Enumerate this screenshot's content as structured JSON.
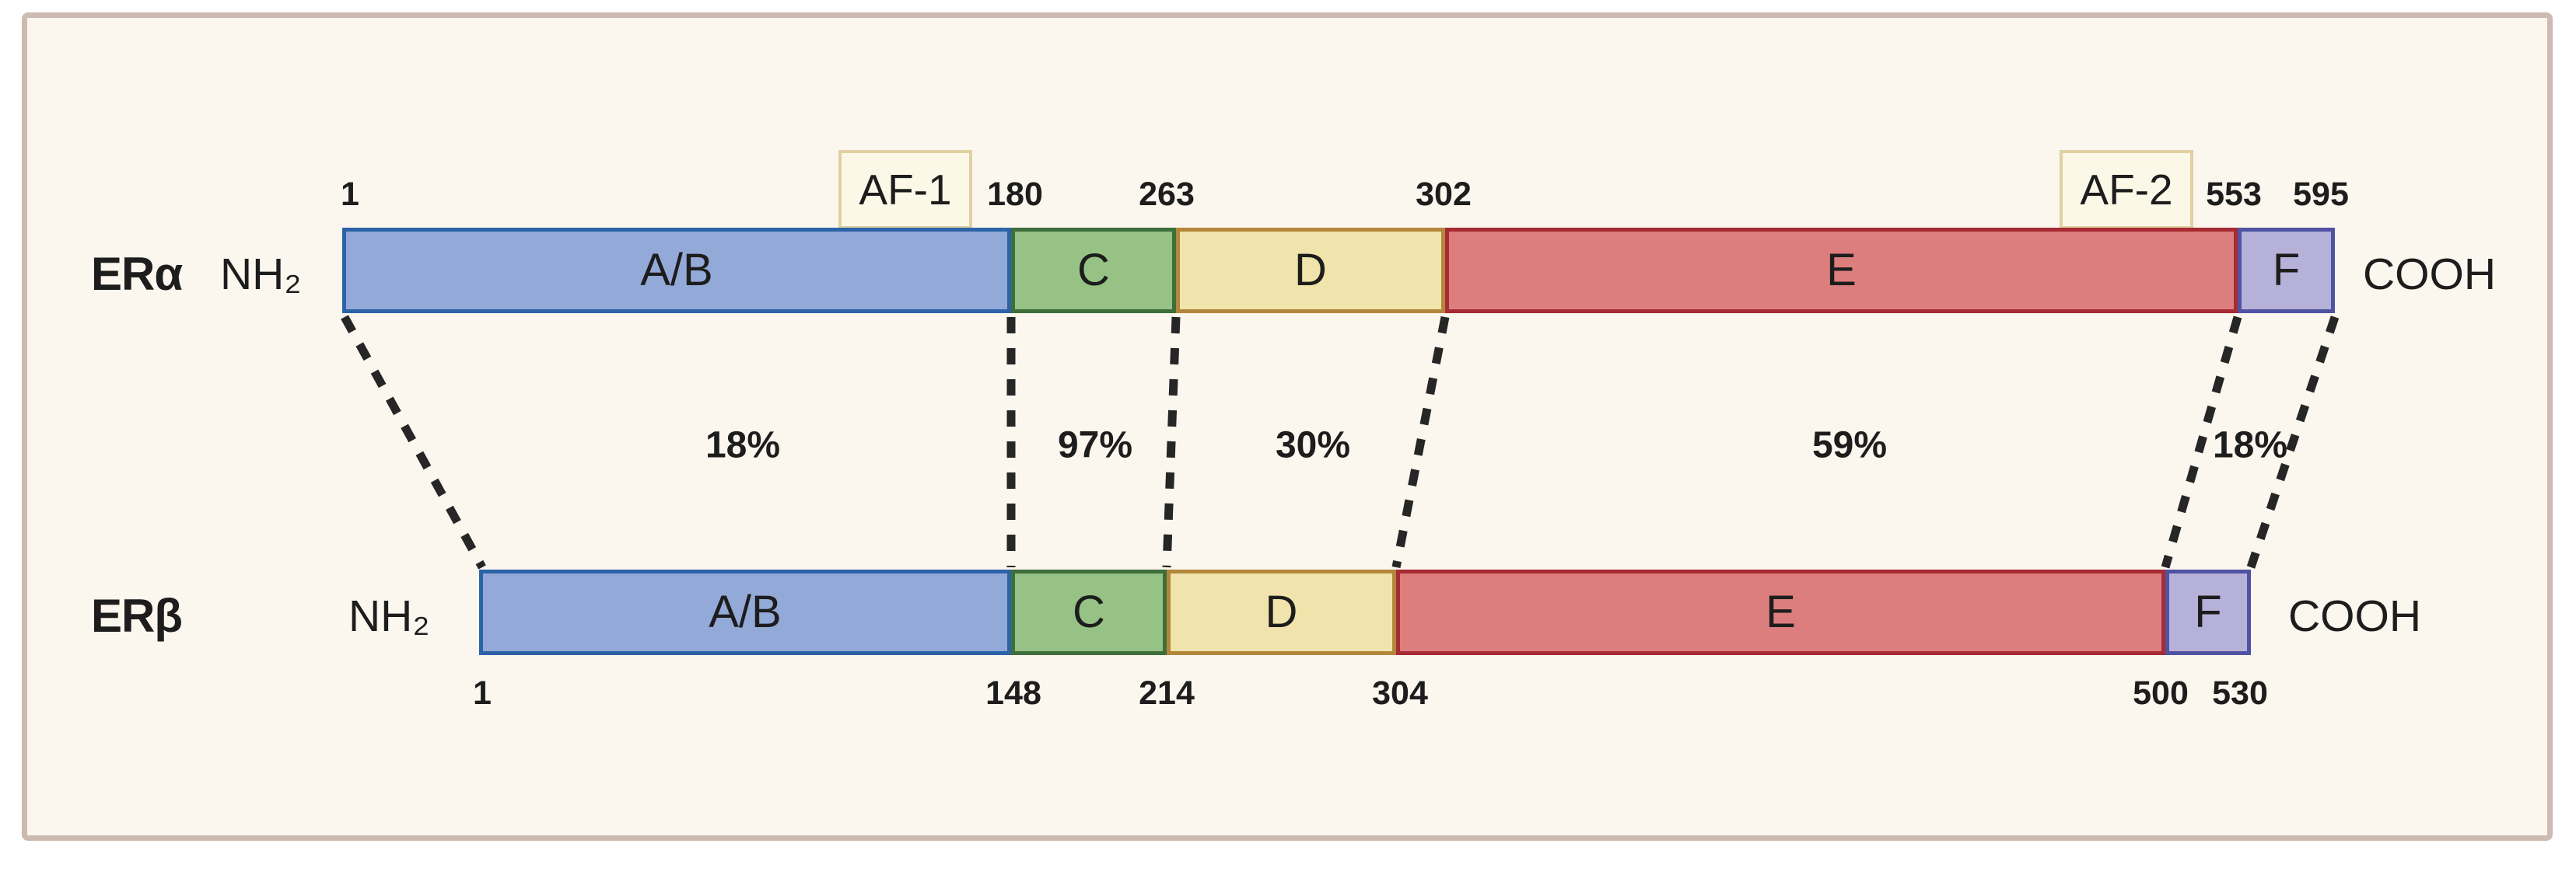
{
  "figure": {
    "description": "Estrogen receptor ERα and ERβ protein domain structure comparison",
    "colors": {
      "panel_background": "#fbf6ee",
      "panel_border": "#cdbab0",
      "dash": "#262626",
      "text": "#1d1d1d",
      "af_fill": "#fcf8e8",
      "af_border": "#e0d0a2"
    },
    "rows": [
      {
        "name": "ERα",
        "n_terminus": "NH₂",
        "c_terminus": "COOH",
        "position_labels": [
          "1",
          "180",
          "263",
          "302",
          "553",
          "595"
        ],
        "domains": [
          {
            "label": "A/B",
            "start": 1,
            "end": 180,
            "fill": "#93a9d8",
            "border": "#2c63a8"
          },
          {
            "label": "C",
            "start": 180,
            "end": 263,
            "fill": "#97c286",
            "border": "#3e6e3a"
          },
          {
            "label": "D",
            "start": 263,
            "end": 302,
            "fill": "#f0e3ab",
            "border": "#b3873b"
          },
          {
            "label": "E",
            "start": 302,
            "end": 553,
            "fill": "#dd7e7e",
            "border": "#a62b32"
          },
          {
            "label": "F",
            "start": 553,
            "end": 595,
            "fill": "#b6b1d8",
            "border": "#5053a3"
          }
        ],
        "activation_functions": [
          {
            "label": "AF-1"
          },
          {
            "label": "AF-2"
          }
        ]
      },
      {
        "name": "ERβ",
        "n_terminus": "NH₂",
        "c_terminus": "COOH",
        "position_labels": [
          "1",
          "148",
          "214",
          "304",
          "500",
          "530"
        ],
        "domains": [
          {
            "label": "A/B",
            "start": 1,
            "end": 148,
            "fill": "#93a9d8",
            "border": "#2c63a8"
          },
          {
            "label": "C",
            "start": 148,
            "end": 214,
            "fill": "#97c286",
            "border": "#3e6e3a"
          },
          {
            "label": "D",
            "start": 214,
            "end": 304,
            "fill": "#f0e3ab",
            "border": "#b3873b"
          },
          {
            "label": "E",
            "start": 304,
            "end": 500,
            "fill": "#dd7e7e",
            "border": "#a62b32"
          },
          {
            "label": "F",
            "start": 500,
            "end": 530,
            "fill": "#b6b1d8",
            "border": "#5053a3"
          }
        ],
        "activation_functions": []
      }
    ],
    "homology_percentages": [
      "18%",
      "97%",
      "30%",
      "59%",
      "18%"
    ]
  }
}
